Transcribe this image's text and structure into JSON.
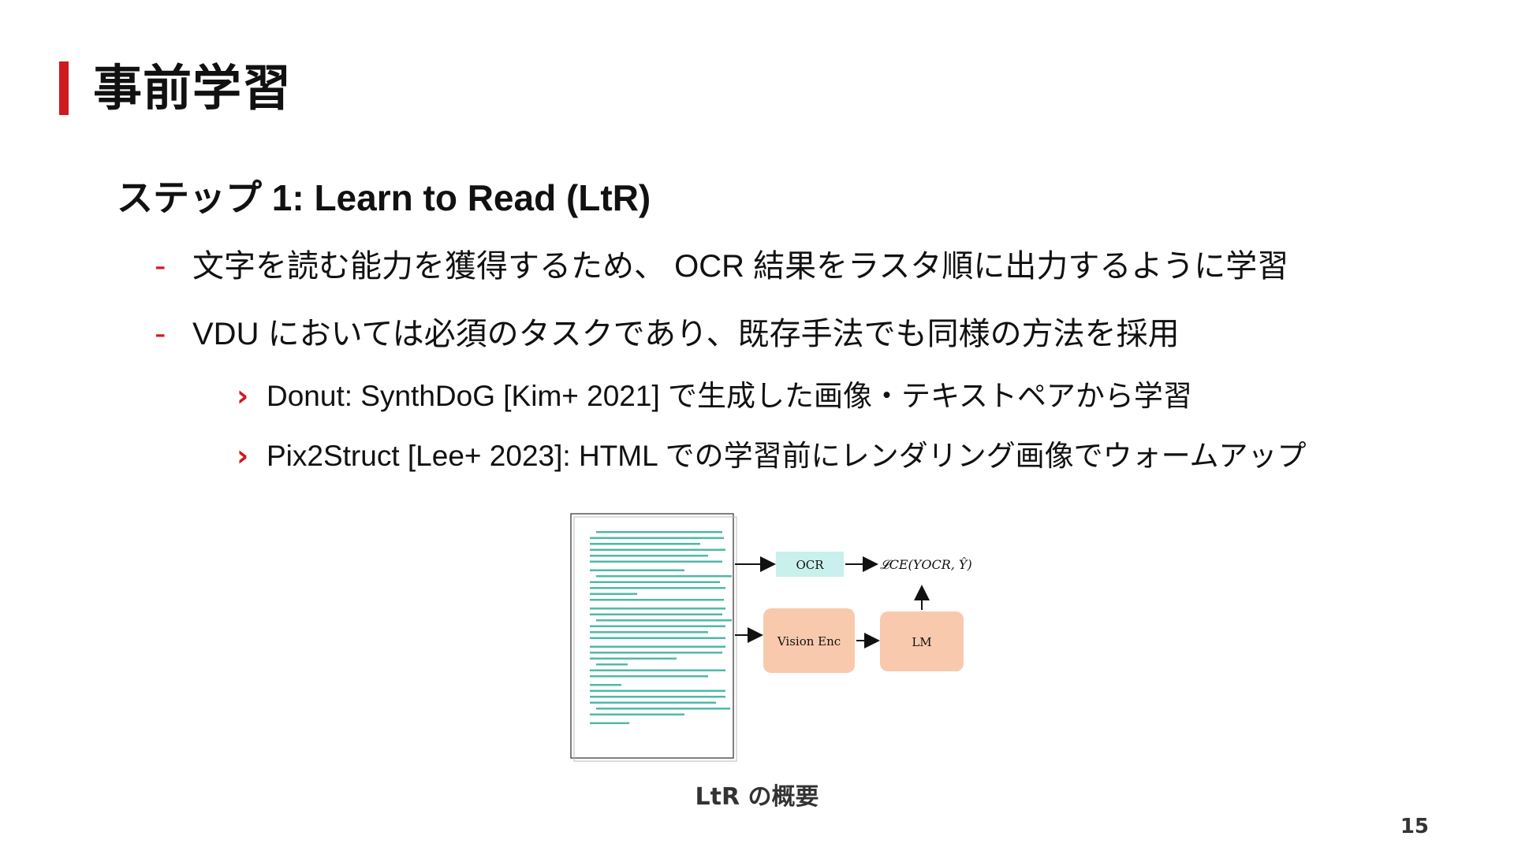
{
  "slide": {
    "title": "事前学習",
    "heading": "ステップ 1: Learn to Read (LtR)",
    "bullets": [
      {
        "marker": "-",
        "text": "文字を読む能力を獲得するため、 OCR 結果をラスタ順に出力するように学習"
      },
      {
        "marker": "-",
        "text": "VDU においては必須のタスクであり、既存手法でも同様の方法を採用"
      }
    ],
    "sub_bullets": [
      {
        "marker": "›",
        "text": "Donut: SynthDoG [Kim+ 2021] で生成した画像・テキストペアから学習"
      },
      {
        "marker": "›",
        "text": "Pix2Struct [Lee+ 2023]: HTML での学習前にレンダリング画像でウォームアップ"
      }
    ],
    "figure": {
      "ocr_label": "OCR",
      "vision_enc_label": "Vision Enc",
      "lm_label": "LM",
      "loss_label": "𝓛CE(YOCR, Ŷ)",
      "colors": {
        "ocr_box": "#c9f0ec",
        "vision_box": "#f8c9ad",
        "lm_box": "#f8c9ad",
        "doc_text": "#4fb9a8"
      }
    },
    "caption": "LtR の概要",
    "page_number": "15",
    "accent_color": "#d0191f"
  }
}
